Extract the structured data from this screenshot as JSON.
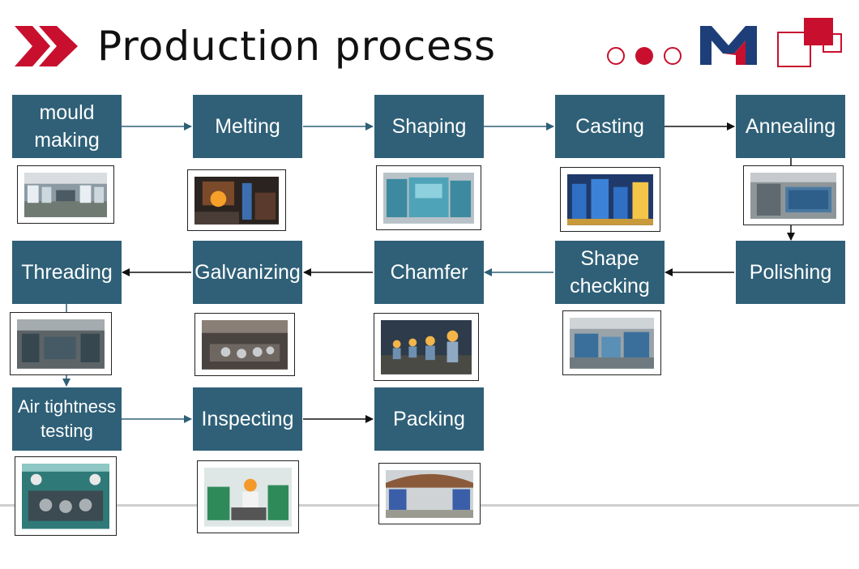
{
  "header": {
    "title": "Production process",
    "brand_color": "#c8102e",
    "logo_color": "#1d3e78"
  },
  "colors": {
    "step_fill": "#2f6077",
    "step_text": "#ffffff",
    "arrow": "#2f6077",
    "arrow_dark": "#111111"
  },
  "steps": [
    {
      "id": "mould-making",
      "label": "mould\nmaking",
      "photo": "workshop-icon"
    },
    {
      "id": "melting",
      "label": "Melting",
      "photo": "furnace-icon"
    },
    {
      "id": "shaping",
      "label": "Shaping",
      "photo": "machine-icon"
    },
    {
      "id": "casting",
      "label": "Casting",
      "photo": "plant-icon"
    },
    {
      "id": "annealing",
      "label": "Annealing",
      "photo": "kiln-icon"
    },
    {
      "id": "polishing",
      "label": "Polishing",
      "photo": null
    },
    {
      "id": "shape-checking",
      "label": "Shape\nchecking",
      "photo": "line-icon"
    },
    {
      "id": "chamfer",
      "label": "Chamfer",
      "photo": "workers-icon"
    },
    {
      "id": "galvanizing",
      "label": "Galvanizing",
      "photo": "zinc-icon"
    },
    {
      "id": "threading",
      "label": "Threading",
      "photo": "lathe-icon"
    },
    {
      "id": "air-tightness",
      "label": "Air tightness\ntesting",
      "photo": "pressure-icon"
    },
    {
      "id": "inspecting",
      "label": "Inspecting",
      "photo": "inspection-icon"
    },
    {
      "id": "packing",
      "label": "Packing",
      "photo": "warehouse-icon"
    }
  ]
}
